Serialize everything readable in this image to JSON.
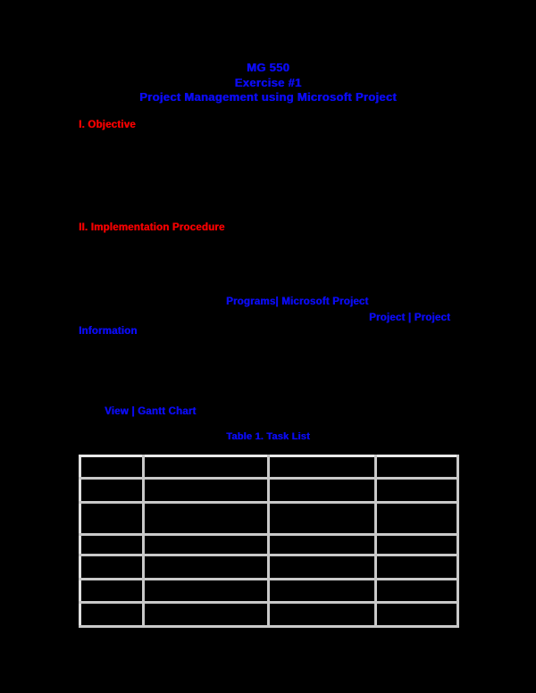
{
  "document": {
    "title_lines": [
      "MG 550",
      "Exercise #1",
      "Project Management using Microsoft Project"
    ],
    "sections": {
      "objective_heading": "I. Objective",
      "implementation_heading": "II. Implementation Procedure"
    },
    "highlighted_phrases": {
      "programs_menu": "Programs| Microsoft Project",
      "project_menu_line1": "Project | Project",
      "project_menu_line2": "Information",
      "view_menu": "View | Gantt Chart"
    },
    "table": {
      "caption": "Table 1. Task List",
      "columns": 4,
      "rows": 7,
      "cells": [
        [
          "",
          "",
          "",
          ""
        ],
        [
          "",
          "",
          "",
          ""
        ],
        [
          "",
          "",
          "",
          ""
        ],
        [
          "",
          "",
          "",
          ""
        ],
        [
          "",
          "",
          "",
          ""
        ],
        [
          "",
          "",
          "",
          ""
        ],
        [
          "",
          "",
          "",
          ""
        ]
      ]
    },
    "colors": {
      "title_blue": "#0b0bf2",
      "heading_red": "#f20000",
      "table_border": "#c9c9c9",
      "page_background": "#000000"
    }
  }
}
